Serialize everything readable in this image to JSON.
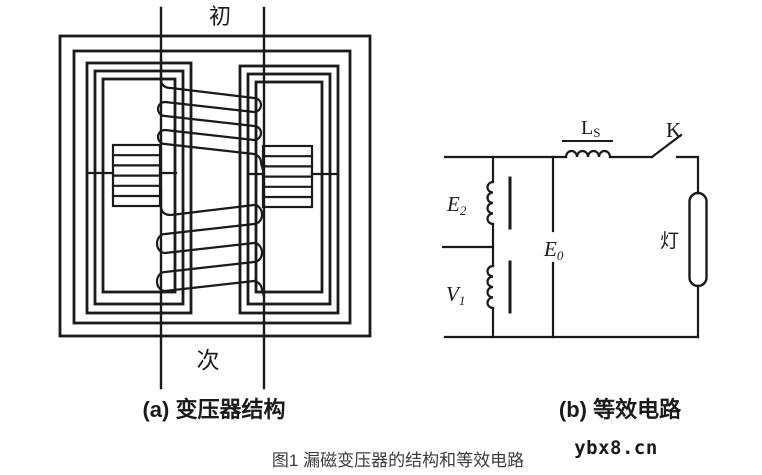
{
  "page": {
    "background": "#ffffff",
    "ink_color": "#1a1a1a",
    "caption_color": "#3c3c3c"
  },
  "figure_caption": "图1 漏磁变压器的结构和等效电路",
  "watermark": "ybx8.cn",
  "transformer_diagram": {
    "caption": "(a) 变压器结构",
    "primary_label": "初",
    "secondary_label": "次"
  },
  "circuit_diagram": {
    "caption": "(b) 等效电路",
    "labels": {
      "secondary_emf": {
        "base": "E",
        "sub": "2"
      },
      "primary_voltage": {
        "base": "V",
        "sub": "1"
      },
      "output_emf": {
        "base": "E",
        "sub": "0"
      },
      "leakage_inductance": {
        "base": "L",
        "sub": "S"
      },
      "switch": "K",
      "lamp": "灯"
    }
  }
}
